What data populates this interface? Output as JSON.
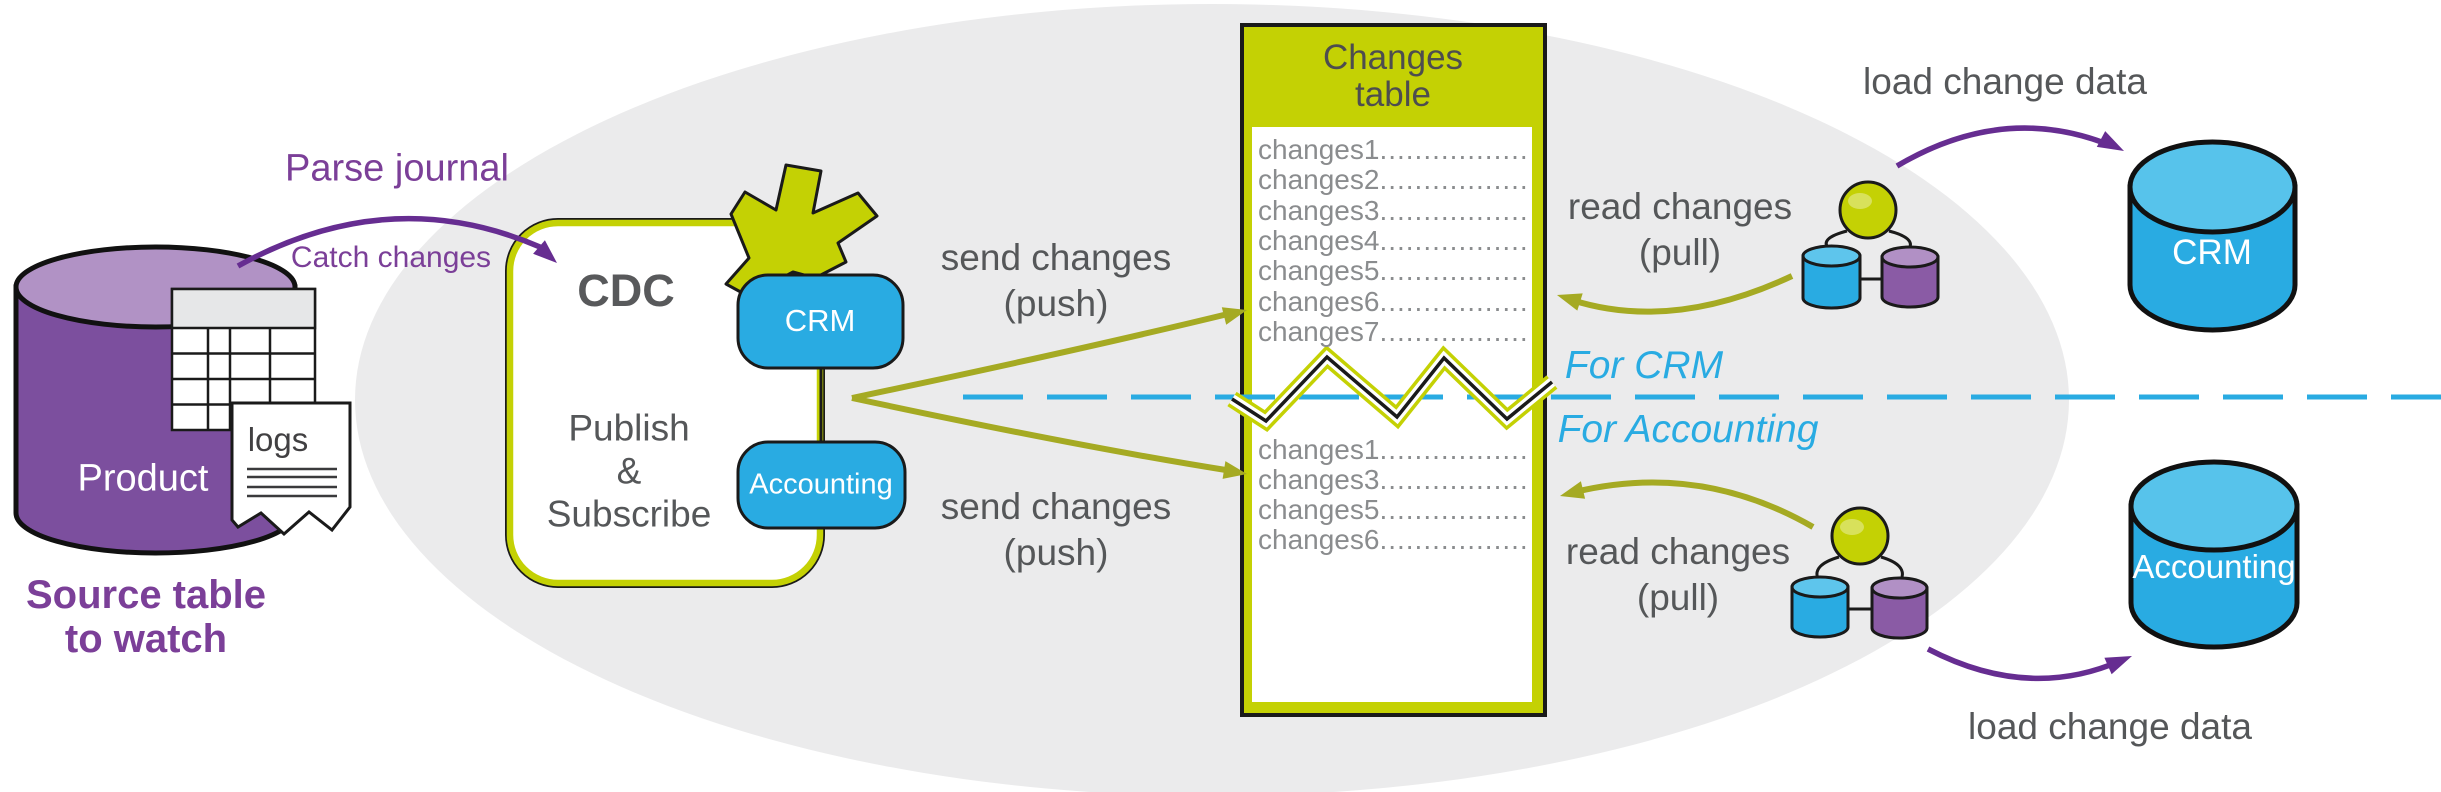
{
  "colors": {
    "accent_green": "#c4d104",
    "olive_arrow": "#a5aa23",
    "blue": "#29abe2",
    "purple_shape": "#7c4f9e",
    "purple_text": "#7b3f98",
    "gray_text": "#555759",
    "ellipse_bg": "#ebebec"
  },
  "source": {
    "cylinder_label": "Product",
    "logs_label": "logs",
    "caption_line1": "Source table",
    "caption_line2": "to watch"
  },
  "annotations": {
    "parse_journal": "Parse journal",
    "catch_changes": "Catch changes"
  },
  "cdc": {
    "title": "CDC",
    "pubsub_line1": "Publish",
    "pubsub_line2": "&",
    "pubsub_line3": "Subscribe",
    "crm_pill": "CRM",
    "accounting_pill": "Accounting"
  },
  "flows": {
    "push_line1": "send changes",
    "push_line2": "(push)",
    "pull_line1": "read changes",
    "pull_line2": "(pull)",
    "load_label": "load change data",
    "for_crm": "For CRM",
    "for_accounting": "For Accounting"
  },
  "changes_table": {
    "header_line1": "Changes",
    "header_line2": "table",
    "dots": "..............................",
    "rows_top": [
      "changes1",
      "changes2",
      "changes3",
      "changes4",
      "changes5",
      "changes6",
      "changes7"
    ],
    "rows_bottom": [
      "changes1",
      "changes3",
      "changes5",
      "changes6"
    ]
  },
  "targets": {
    "crm": "CRM",
    "accounting": "Accounting"
  }
}
